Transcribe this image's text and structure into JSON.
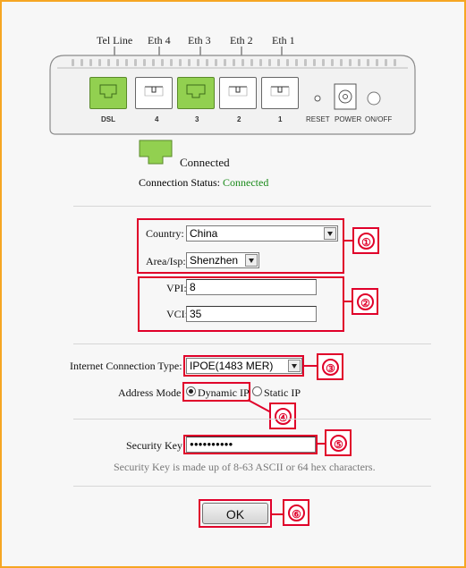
{
  "router": {
    "ports_top": [
      "Tel Line",
      "Eth 4",
      "Eth 3",
      "Eth 2",
      "Eth 1"
    ],
    "ports_under": [
      "DSL",
      "4",
      "3",
      "2",
      "1"
    ],
    "reset_label": "RESET",
    "power_label": "POWER",
    "onoff_label": "ON/OFF"
  },
  "connection": {
    "connected_text": "Connected",
    "status_label": "Connection Status:",
    "status_value": "Connected",
    "status_color": "#1a8a1a"
  },
  "form": {
    "country_label": "Country:",
    "country_value": "China",
    "area_label": "Area/Isp:",
    "area_value": "Shenzhen",
    "vpi_label": "VPI:",
    "vpi_value": "8",
    "vci_label": "VCI:",
    "vci_value": "35",
    "conn_type_label": "Internet Connection Type:",
    "conn_type_value": "IPOE(1483 MER)",
    "address_mode_label": "Address Mode",
    "dynamic_ip_label": "Dynamic IP",
    "static_ip_label": "Static IP",
    "security_key_label": "Security Key:",
    "security_key_value": "●●●●●●●●●●",
    "security_hint": "Security Key is made up of 8-63 ASCII or 64 hex characters.",
    "ok_label": "OK"
  },
  "badges": [
    "①",
    "②",
    "③",
    "④",
    "⑤",
    "⑥"
  ],
  "colors": {
    "highlight": "#e0002a",
    "port_active": "#92d050",
    "frame": "#f6a623"
  }
}
